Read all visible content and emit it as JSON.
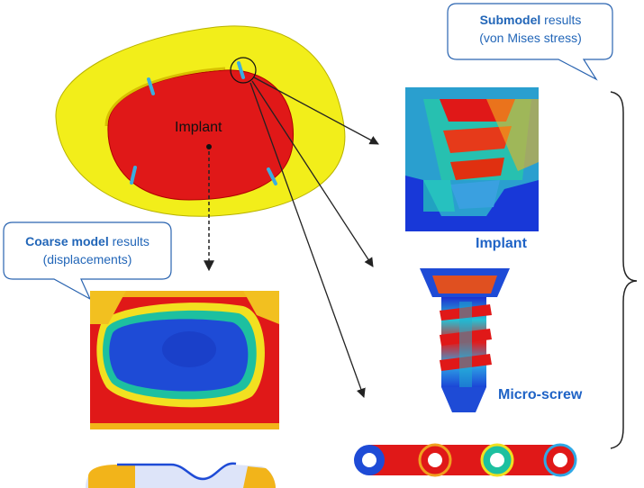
{
  "callouts": {
    "submodel": {
      "bold": "Submodel",
      "rest": " results",
      "line2": "(von Mises stress)"
    },
    "coarse": {
      "bold": "Coarse model",
      "rest": " results",
      "line2": "(displacements)"
    }
  },
  "labels": {
    "implant_center": "Implant",
    "implant_submodel": "Implant",
    "microscrew": "Micro-screw"
  },
  "colors": {
    "callout_text": "#2266b8",
    "label_blue": "#1f63c6",
    "bone_yellow": "#f2ee1a",
    "implant_red": "#e01818",
    "fe_blue": "#1838d8"
  },
  "icons": [
    "arrow-icon",
    "curly-brace-icon"
  ]
}
